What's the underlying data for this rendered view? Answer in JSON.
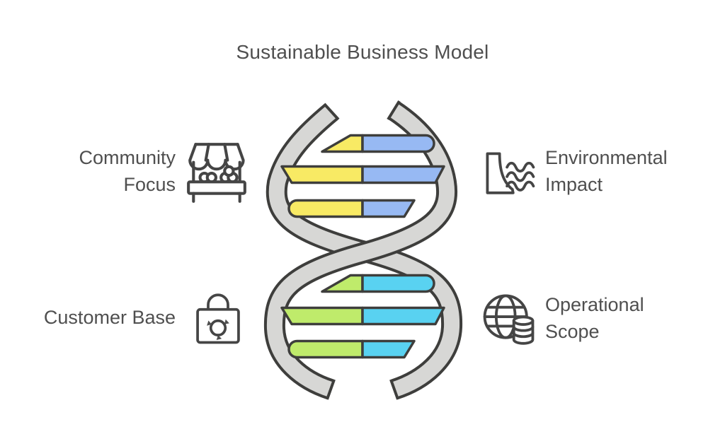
{
  "title": "Sustainable Business Model",
  "labels": {
    "community_focus": "Community\nFocus",
    "environmental_impact": "Environmental\nImpact",
    "customer_base": "Customer Base",
    "operational_scope": "Operational\nScope"
  },
  "icons": {
    "community_focus": "market-stall-icon",
    "environmental_impact": "dam-water-waves-icon",
    "customer_base": "recycle-shopping-bag-icon",
    "operational_scope": "globe-database-icon"
  },
  "diagram": {
    "type": "dna-double-helix",
    "top_rungs": 3,
    "bottom_rungs": 3
  },
  "colors": {
    "rung_yellow": "#F8EA64",
    "rung_blue": "#97B9F3",
    "rung_green": "#BFEB6B",
    "rung_cyan": "#59D2F1",
    "strand_gray": "#D7D7D5",
    "outline": "#3E3E3C",
    "text": "#4F4F4F",
    "icon_stroke": "#454545"
  }
}
